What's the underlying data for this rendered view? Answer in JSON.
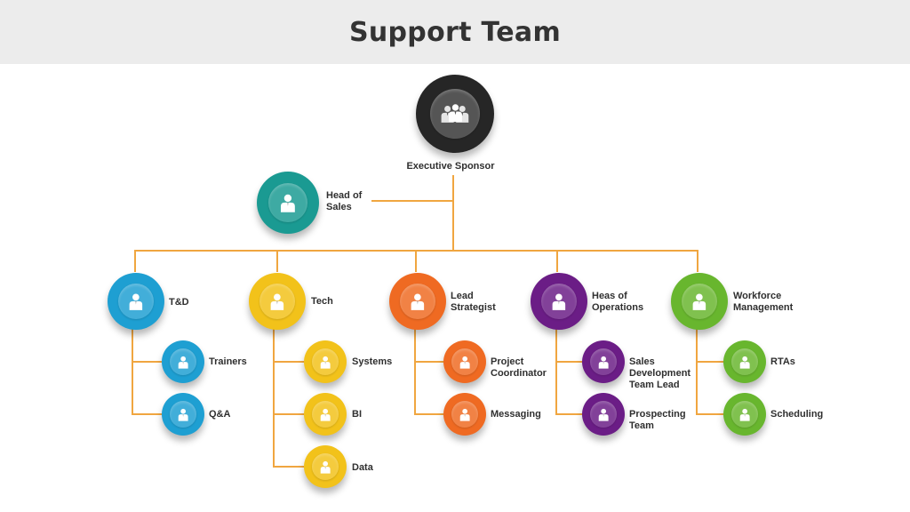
{
  "title": "Support Team",
  "colors": {
    "connector": "#f0a640",
    "executive": "#262626",
    "head_sales": "#1a9a92",
    "td": "#1e9fd2",
    "tech": "#f2c21a",
    "lead": "#ef6a22",
    "ops": "#6b1d86",
    "workforce": "#68b62e"
  },
  "nodes": {
    "executive": {
      "label": "Executive Sponsor"
    },
    "head_sales": {
      "label_lines": [
        "Head of",
        "Sales"
      ]
    },
    "td": {
      "label": "T&D"
    },
    "tech": {
      "label": "Tech"
    },
    "lead": {
      "label_lines": [
        "Lead",
        "Strategist"
      ]
    },
    "ops": {
      "label_lines": [
        "Heas of",
        "Operations"
      ]
    },
    "workforce": {
      "label_lines": [
        "Workforce",
        "Management"
      ]
    },
    "trainers": {
      "label": "Trainers"
    },
    "qa": {
      "label": "Q&A"
    },
    "systems": {
      "label": "Systems"
    },
    "bi": {
      "label": "BI"
    },
    "data": {
      "label": "Data"
    },
    "project_coordinator": {
      "label_lines": [
        "Project",
        "Coordinator"
      ]
    },
    "messaging": {
      "label": "Messaging"
    },
    "sales_dev": {
      "label_lines": [
        "Sales",
        "Development",
        "Team Lead"
      ]
    },
    "prospecting": {
      "label_lines": [
        "Prospecting",
        "Team"
      ]
    },
    "rtas": {
      "label": "RTAs"
    },
    "scheduling": {
      "label": "Scheduling"
    }
  }
}
